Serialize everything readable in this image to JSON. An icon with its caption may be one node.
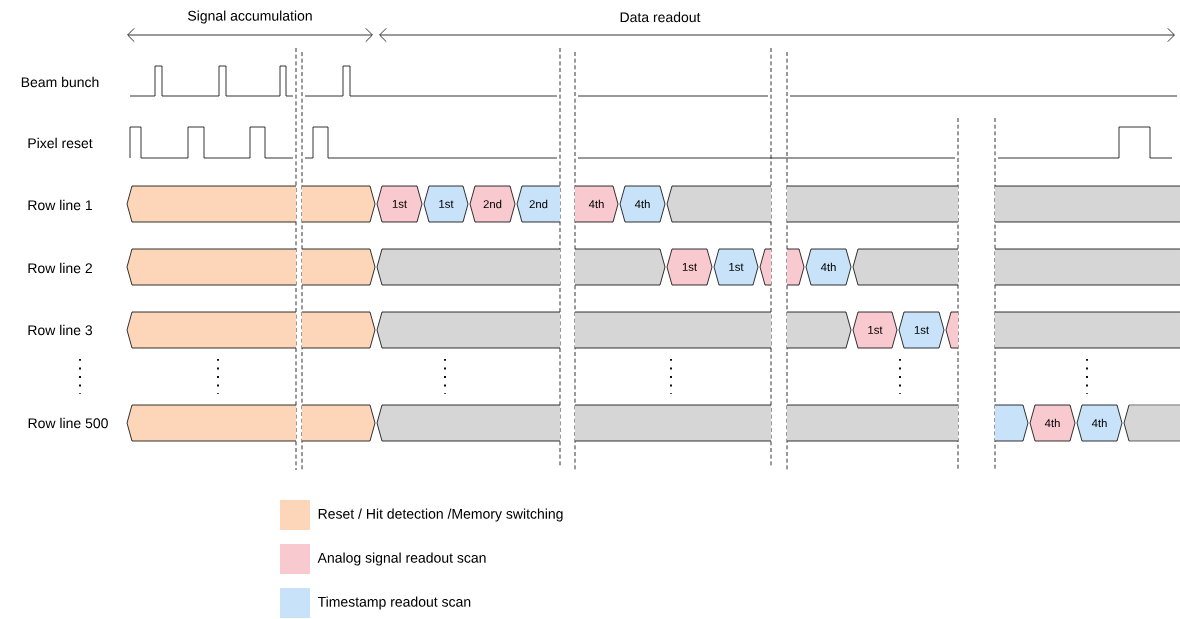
{
  "diagram": {
    "nodes": [
      {
        "text": [],
        "shape": "bar"
      },
      {
        "text": [],
        "shape": "bar"
      },
      {
        "text": [
          "1st"
        ]
      },
      {
        "text": [
          "1st"
        ]
      },
      {
        "text": [
          "2nd"
        ]
      },
      {
        "text": [
          "2nd"
        ]
      },
      {
        "text": [
          "4th"
        ]
      },
      {
        "text": [
          "4th"
        ]
      },
      {
        "text": [],
        "shape": "bar"
      },
      {
        "text": [],
        "shape": "bar"
      },
      {
        "text": [],
        "shape": "bar"
      },
      {
        "text": [],
        "shape": "bar"
      },
      {
        "text": [],
        "shape": "bar"
      },
      {
        "text": [],
        "shape": "bar"
      },
      {
        "text": [],
        "shape": "bar"
      },
      {
        "text": [
          "1st"
        ]
      },
      {
        "text": [
          "1st"
        ]
      },
      {
        "text": [],
        "shape": "bar"
      },
      {
        "text": [],
        "shape": "bar"
      },
      {
        "text": [
          "4th"
        ]
      },
      {
        "text": [],
        "shape": "bar"
      },
      {
        "text": [],
        "shape": "bar"
      },
      {
        "text": [],
        "shape": "bar"
      },
      {
        "text": [],
        "shape": "bar"
      },
      {
        "text": [],
        "shape": "bar"
      },
      {
        "text": [],
        "shape": "bar"
      },
      {
        "text": [],
        "shape": "bar"
      },
      {
        "text": [
          "1st"
        ]
      },
      {
        "text": [
          "1st"
        ]
      },
      {
        "text": [],
        "shape": "bar"
      },
      {
        "text": [],
        "shape": "bar"
      },
      {
        "text": [],
        "shape": "bar"
      },
      {
        "text": [],
        "shape": "bar"
      },
      {
        "text": [],
        "shape": "bar"
      },
      {
        "text": [],
        "shape": "bar"
      },
      {
        "text": [],
        "shape": "bar"
      },
      {
        "text": [],
        "shape": "bar"
      },
      {
        "text": [
          "4th"
        ]
      },
      {
        "text": [
          "4th"
        ]
      },
      {
        "text": [],
        "shape": "bar"
      }
    ],
    "labels": [
      "Signal accumulation",
      "Data readout",
      "Beam bunch",
      "Pixel reset",
      "Row line 1",
      "Row line 2",
      "Row line 3",
      "Row line 500"
    ],
    "legend": [
      {
        "text": "Reset / Hit detection /Memory switching",
        "color": "#fdd6b9"
      },
      {
        "text": "Analog signal readout scan",
        "color": "#f9c9d0"
      },
      {
        "text": "Timestamp readout scan",
        "color": "#c7e2f9"
      }
    ]
  }
}
